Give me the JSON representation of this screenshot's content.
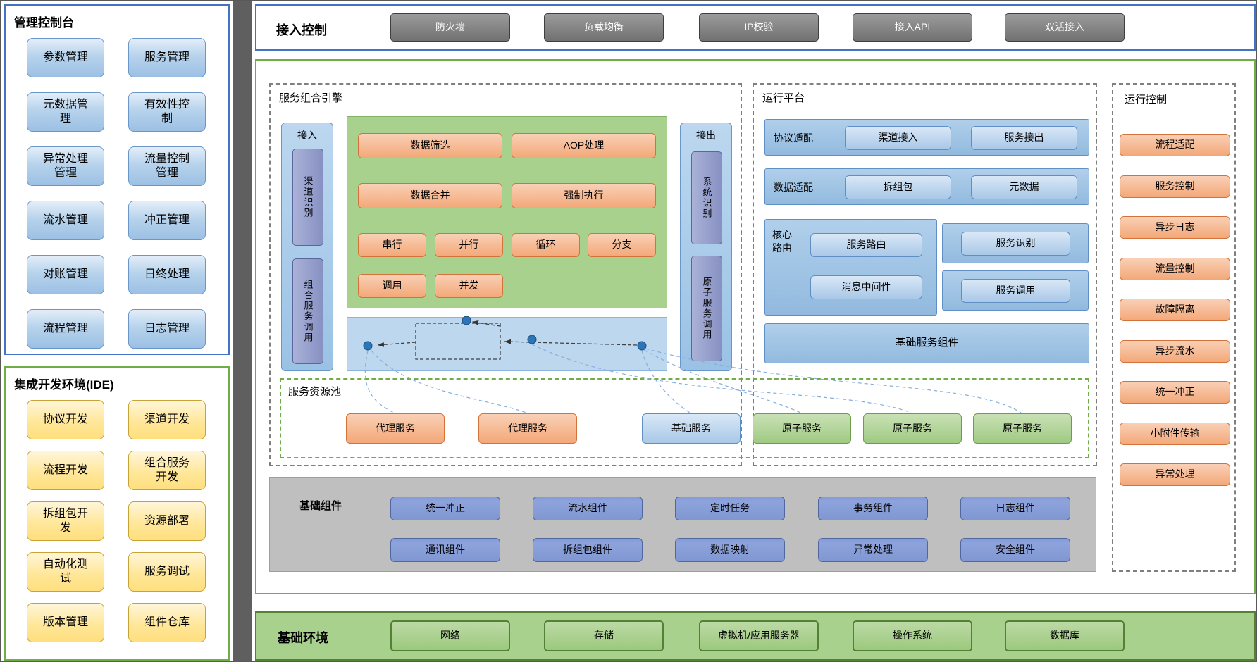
{
  "colors": {
    "accent_blue": "#4472c4",
    "accent_green": "#70ad47",
    "panel_gray": "#bfbfbf",
    "divider_gray": "#5f5f5f",
    "button_orange": "#f4b183",
    "button_blue": "#9dc3e6",
    "button_green": "#a9d18e",
    "button_yellow": "#ffe699",
    "button_gray": "#7f7f7f",
    "button_periwinkle": "#8faadc",
    "vertical_button_purple": "#8e97c6"
  },
  "management_console": {
    "title": "管理控制台",
    "items": [
      "参数管理",
      "服务管理",
      "元数据管理",
      "有效性控制",
      "异常处理管理",
      "流量控制管理",
      "流水管理",
      "冲正管理",
      "对账管理",
      "日终处理",
      "流程管理",
      "日志管理"
    ]
  },
  "ide": {
    "title": "集成开发环境(IDE)",
    "items": [
      "协议开发",
      "渠道开发",
      "流程开发",
      "组合服务开发",
      "拆组包开发",
      "资源部署",
      "自动化测试",
      "服务调试",
      "版本管理",
      "组件仓库"
    ]
  },
  "access_control": {
    "title": "接入控制",
    "items": [
      "防火墙",
      "负载均衡",
      "IP校验",
      "接入API",
      "双活接入"
    ]
  },
  "service_composition_engine": {
    "title": "服务组合引擎",
    "inbound": {
      "label": "接入",
      "items": [
        "渠道识别",
        "组合服务调用"
      ]
    },
    "outbound": {
      "label": "接出",
      "items": [
        "系统识别",
        "原子服务调用"
      ]
    },
    "operations": [
      "数据筛选",
      "AOP处理",
      "数据合并",
      "强制执行",
      "串行",
      "并行",
      "循环",
      "分支",
      "调用",
      "并发"
    ]
  },
  "runtime_platform": {
    "title": "运行平台",
    "rows": [
      {
        "label": "协议适配",
        "items": [
          "渠道接入",
          "服务接出"
        ]
      },
      {
        "label": "数据适配",
        "items": [
          "拆组包",
          "元数据"
        ]
      }
    ],
    "core_routing": {
      "label": "核心路由",
      "items": [
        "服务路由",
        "消息中间件"
      ]
    },
    "side_items": [
      "服务识别",
      "服务调用"
    ],
    "base_bar": "基础服务组件"
  },
  "service_pool": {
    "title": "服务资源池",
    "items": [
      {
        "label": "代理服务",
        "type": "proxy"
      },
      {
        "label": "代理服务",
        "type": "proxy"
      },
      {
        "label": "基础服务",
        "type": "base"
      },
      {
        "label": "原子服务",
        "type": "atomic"
      },
      {
        "label": "原子服务",
        "type": "atomic"
      },
      {
        "label": "原子服务",
        "type": "atomic"
      }
    ]
  },
  "base_components": {
    "title": "基础组件",
    "items": [
      "统一冲正",
      "流水组件",
      "定时任务",
      "事务组件",
      "日志组件",
      "通讯组件",
      "拆组包组件",
      "数据映射",
      "异常处理",
      "安全组件"
    ]
  },
  "runtime_control": {
    "title": "运行控制",
    "items": [
      "流程适配",
      "服务控制",
      "异步日志",
      "流量控制",
      "故障隔离",
      "异步流水",
      "统一冲正",
      "小附件传输",
      "异常处理"
    ]
  },
  "base_environment": {
    "title": "基础环境",
    "items": [
      "网络",
      "存储",
      "虚拟机/应用服务器",
      "操作系统",
      "数据库"
    ]
  }
}
